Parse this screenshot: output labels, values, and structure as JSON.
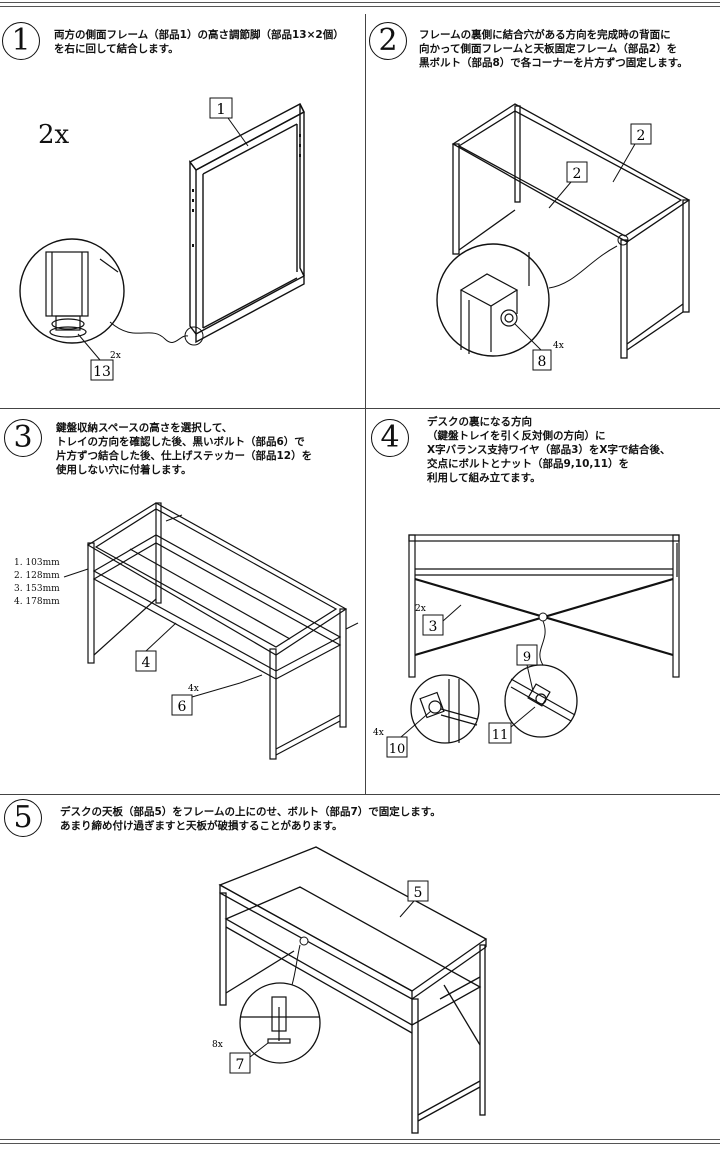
{
  "steps": [
    {
      "num": "1",
      "text": "両方の側面フレーム（部品1）の高さ調節脚（部品13×2個）\nを右に回して結合します。"
    },
    {
      "num": "2",
      "text": "フレームの裏側に結合穴がある方向を完成時の背面に\n向かって側面フレームと天板固定フレーム（部品2）を\n黒ボルト（部品8）で各コーナーを片方ずつ固定します。"
    },
    {
      "num": "3",
      "text": "鍵盤収納スペースの高さを選択して、\nトレイの方向を確認した後、黒いボルト（部品6）で\n片方ずつ結合した後、仕上げステッカー（部品12）を\n使用しない穴に付着します。"
    },
    {
      "num": "4",
      "text": "デスクの裏になる方向\n（鍵盤トレイを引く反対側の方向）に\nX字バランス支持ワイヤ（部品3）をX字で結合後、\n交点にボルトとナット（部品9,10,11）を\n利用して組み立てます。"
    },
    {
      "num": "5",
      "text": "デスクの天板（部品5）をフレームの上にのせ、ボルト（部品7）で固定します。\nあまり締め付け過ぎますと天板が破損することがあります。"
    }
  ],
  "labels": {
    "s1_qty": "2x",
    "s1_part": "1",
    "s1_foot": "13",
    "s1_foot_qty": "2x",
    "s2_part_a": "2",
    "s2_part_b": "2",
    "s2_bolt": "8",
    "s2_bolt_qty": "4x",
    "s3_tray": "4",
    "s3_bolt": "6",
    "s3_bolt_qty": "4x",
    "s4_wire": "3",
    "s4_wire_qty": "2x",
    "s4_p9": "9",
    "s4_p10": "10",
    "s4_p11": "11",
    "s4_p10_qty": "4x",
    "s5_top": "5",
    "s5_bolt": "7",
    "s5_bolt_qty": "8x"
  },
  "heights": [
    "1. 103mm",
    "2. 128mm",
    "3. 153mm",
    "4. 178mm"
  ]
}
